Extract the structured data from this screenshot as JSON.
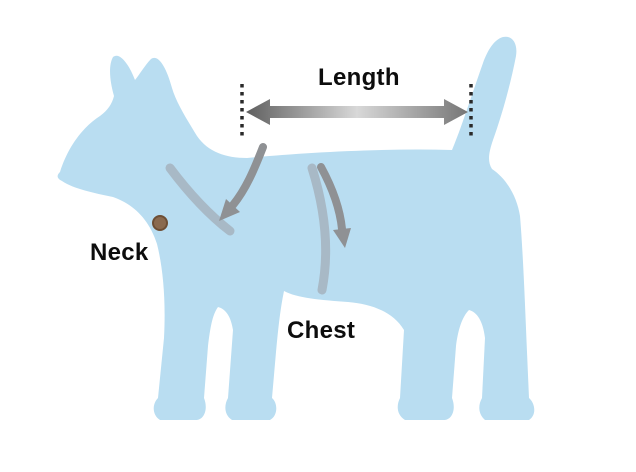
{
  "diagram": {
    "type": "dog-measurement-guide",
    "labels": {
      "length": "Length",
      "neck": "Neck",
      "chest": "Chest"
    },
    "colors": {
      "background": "#ffffff",
      "dog_fill": "#b9ddf1",
      "strap": "#a8b9c6",
      "buckle": "#8a6a4f",
      "buckle_ring": "#6e4f36",
      "arrow": "#8f9194",
      "guide": "#2a2a2a",
      "text": "#0d0d0d"
    }
  }
}
